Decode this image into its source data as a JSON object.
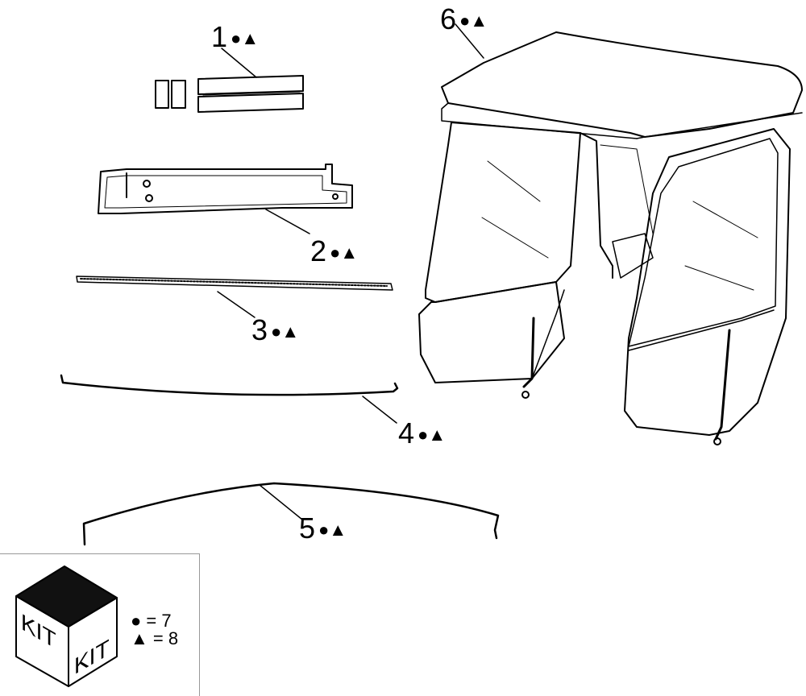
{
  "parts": [
    {
      "number": "1",
      "marks": "●▲"
    },
    {
      "number": "2",
      "marks": "●▲"
    },
    {
      "number": "3",
      "marks": "●▲"
    },
    {
      "number": "4",
      "marks": "●▲"
    },
    {
      "number": "5",
      "marks": "●▲"
    },
    {
      "number": "6",
      "marks": "●▲"
    }
  ],
  "legend": {
    "kit_left": "KIT",
    "kit_right": "KIT",
    "circle_row": "● = 7",
    "triangle_row": "▲ = 8"
  }
}
